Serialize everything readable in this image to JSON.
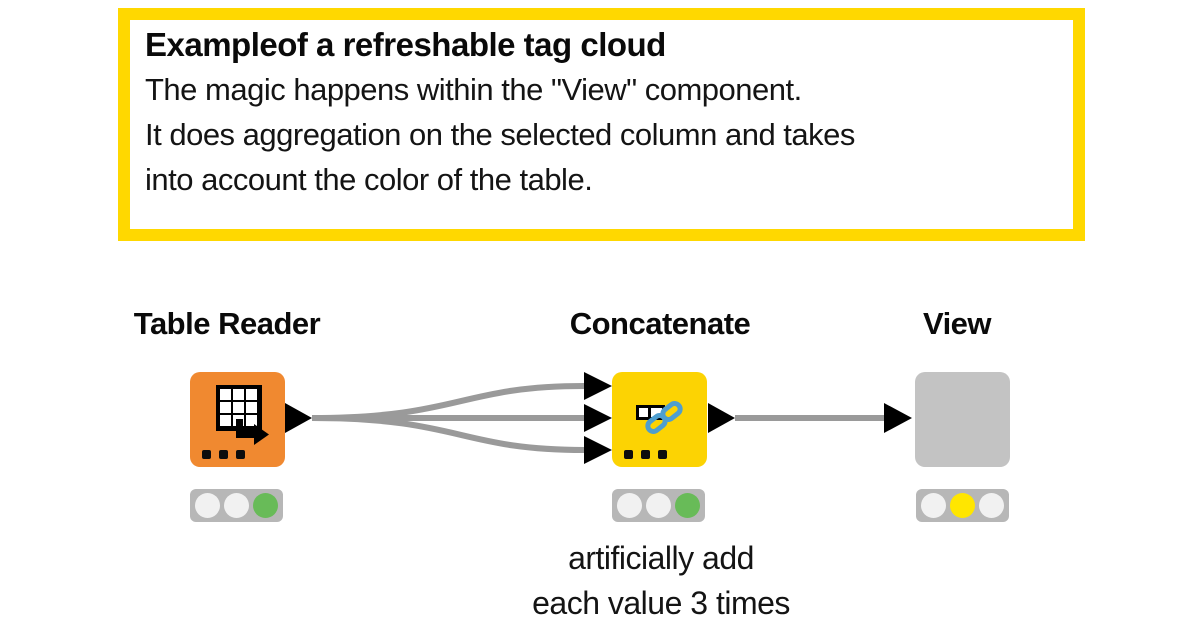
{
  "annotation": {
    "title": "Exampleof a refreshable tag cloud",
    "line1": "The magic happens within the \"View\" component.",
    "line2": "It does aggregation on the selected column and takes",
    "line3": "into account the color of the table.",
    "border_color": "#FFD800"
  },
  "nodes": {
    "table_reader": {
      "label": "Table Reader",
      "color": "#F08930",
      "icon": "table-grid-with-arrow-icon",
      "traffic": [
        "off",
        "off",
        "green"
      ]
    },
    "concatenate": {
      "label": "Concatenate",
      "color": "#FCD303",
      "icon": "concatenate-chain-icon",
      "traffic": [
        "off",
        "off",
        "green"
      ]
    },
    "view": {
      "label": "View",
      "color": "#C3C3C3",
      "icon": "none",
      "traffic": [
        "off",
        "yellow",
        "off"
      ]
    }
  },
  "caption": {
    "line1": "artificially add",
    "line2": "each value 3 times"
  },
  "colors": {
    "connection": "#9A9A9A",
    "port": "#000000",
    "traffic_bg": "#B7B7B7",
    "status": {
      "off": "#F1F1F1",
      "green": "#68BB58",
      "yellow": "#FFE600"
    }
  }
}
